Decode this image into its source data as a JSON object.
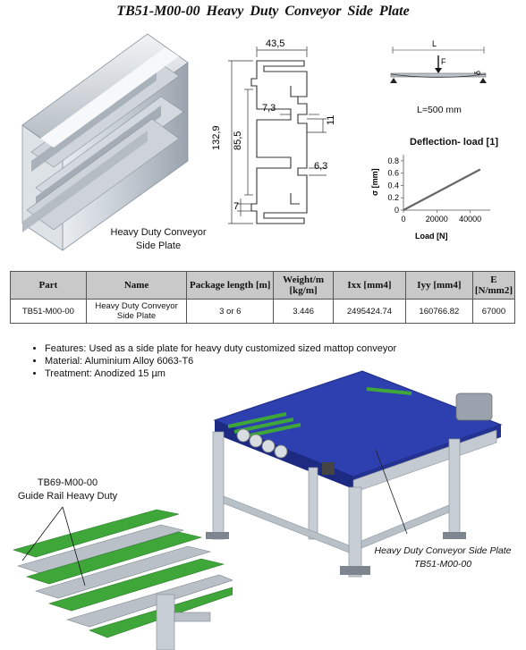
{
  "header": {
    "title": "TB51-M00-00    Heavy Duty Conveyor Side Plate"
  },
  "profile_caption": [
    "Heavy Duty Conveyor",
    "Side Plate"
  ],
  "drawing": {
    "dim_width": "43,5",
    "dim_height": "132,9",
    "dim_inner": "85,5",
    "dim_slot_a": "7,3",
    "dim_slot_b": "6,3",
    "dim_11": "11",
    "dim_7": "7"
  },
  "beam": {
    "length_label": "L",
    "force_label": "F",
    "deflection_label": "δ",
    "length_value": "L=500 mm"
  },
  "chart_data": {
    "type": "line",
    "title": "Deflection- load [1]",
    "xlabel": "Load [N]",
    "ylabel": "σ [mm]",
    "x_ticks": [
      "0",
      "20000",
      "40000"
    ],
    "y_ticks": [
      "0",
      "0.2",
      "0.4",
      "0.6",
      "0.8"
    ],
    "xlim": [
      0,
      52000
    ],
    "ylim": [
      0,
      0.9
    ],
    "series": [
      {
        "x": [
          0,
          46000
        ],
        "y": [
          0,
          0.66
        ]
      }
    ]
  },
  "table": {
    "headers": [
      "Part",
      "Name",
      "Package length [m]",
      "Weight/m [kg/m]",
      "Ixx [mm4]",
      "Iyy [mm4]",
      "E [N/mm2]"
    ],
    "rows": [
      [
        "TB51-M00-00",
        "Heavy Duty Conveyor Side Plate",
        "3 or 6",
        "3.446",
        "2495424.74",
        "160766.82",
        "67000"
      ]
    ]
  },
  "features": [
    "Features:  Used as a side plate for heavy duty customized sized mattop conveyor",
    "Material: Aluminium Alloy 6063-T6",
    "Treatment: Anodized 15 µm"
  ],
  "labels": {
    "guide_rail_code": "TB69-M00-00",
    "guide_rail_name": "Guide Rail Heavy Duty",
    "side_plate_name": "Heavy Duty Conveyor Side Plate",
    "side_plate_code": "TB51-M00-00"
  },
  "colors": {
    "belt": "#2e3fb0",
    "belt_dark": "#1d2a82",
    "guide": "#3fa63a",
    "aluminium": "#c8ced5",
    "header_bg": "#c9c9c9"
  }
}
